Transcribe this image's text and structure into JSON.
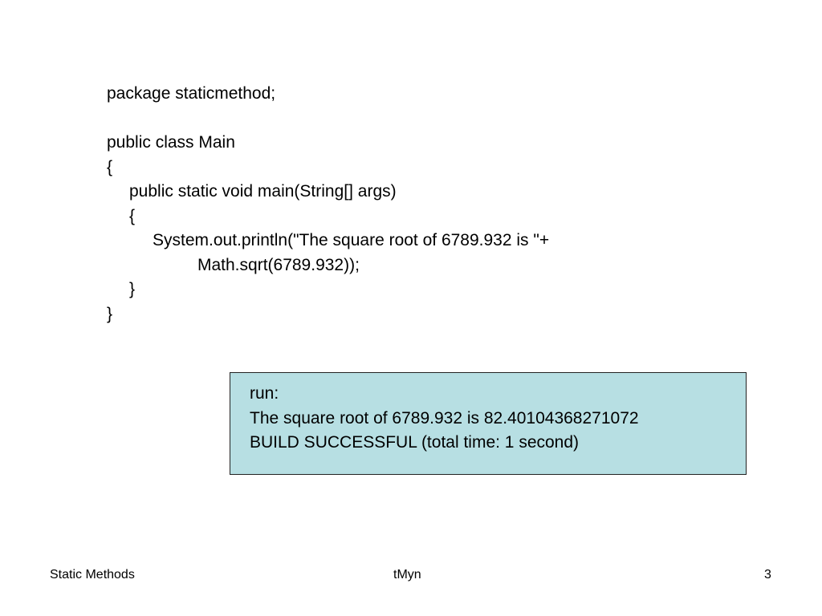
{
  "code": {
    "lines": [
      {
        "text": "package staticmethod;",
        "indent": 0
      },
      {
        "text": "",
        "indent": 0
      },
      {
        "text": "public class Main",
        "indent": 0
      },
      {
        "text": "{",
        "indent": 0
      },
      {
        "text": "public static void main(String[] args)",
        "indent": 1
      },
      {
        "text": "{",
        "indent": 1
      },
      {
        "text": "System.out.println(\"The square root of 6789.932 is \"+",
        "indent": 2
      },
      {
        "text": "Math.sqrt(6789.932));",
        "indent": 3
      },
      {
        "text": "}",
        "indent": 1
      },
      {
        "text": "}",
        "indent": 0
      }
    ]
  },
  "output": {
    "background_color": "#b7dfe3",
    "lines": [
      "run:",
      "The square root of 6789.932 is 82.40104368271072",
      "BUILD SUCCESSFUL (total time: 1 second)"
    ]
  },
  "footer": {
    "left": "Static Methods",
    "center": "tMyn",
    "right": "3"
  }
}
